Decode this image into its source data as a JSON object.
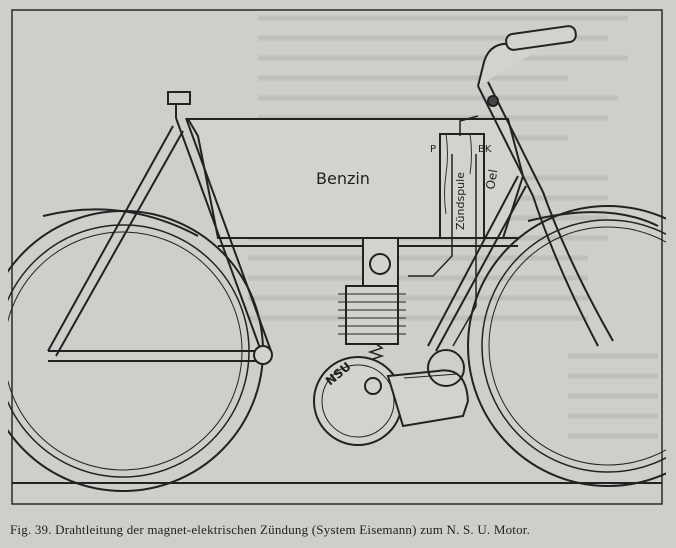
{
  "labels": {
    "tank": "Benzin",
    "coil": "Zündspule",
    "oil": "Oel",
    "brand": "NSU",
    "terminal_p": "P",
    "terminal_bk": "BK"
  },
  "caption": "Fig. 39. Drahtleitung der magnet-elektrischen Zündung (System Eisemann) zum N. S. U. Motor.",
  "colors": {
    "paper": "#cfcecb",
    "ink": "#1f1f1f",
    "bleed_text": "#a9a8a4"
  }
}
